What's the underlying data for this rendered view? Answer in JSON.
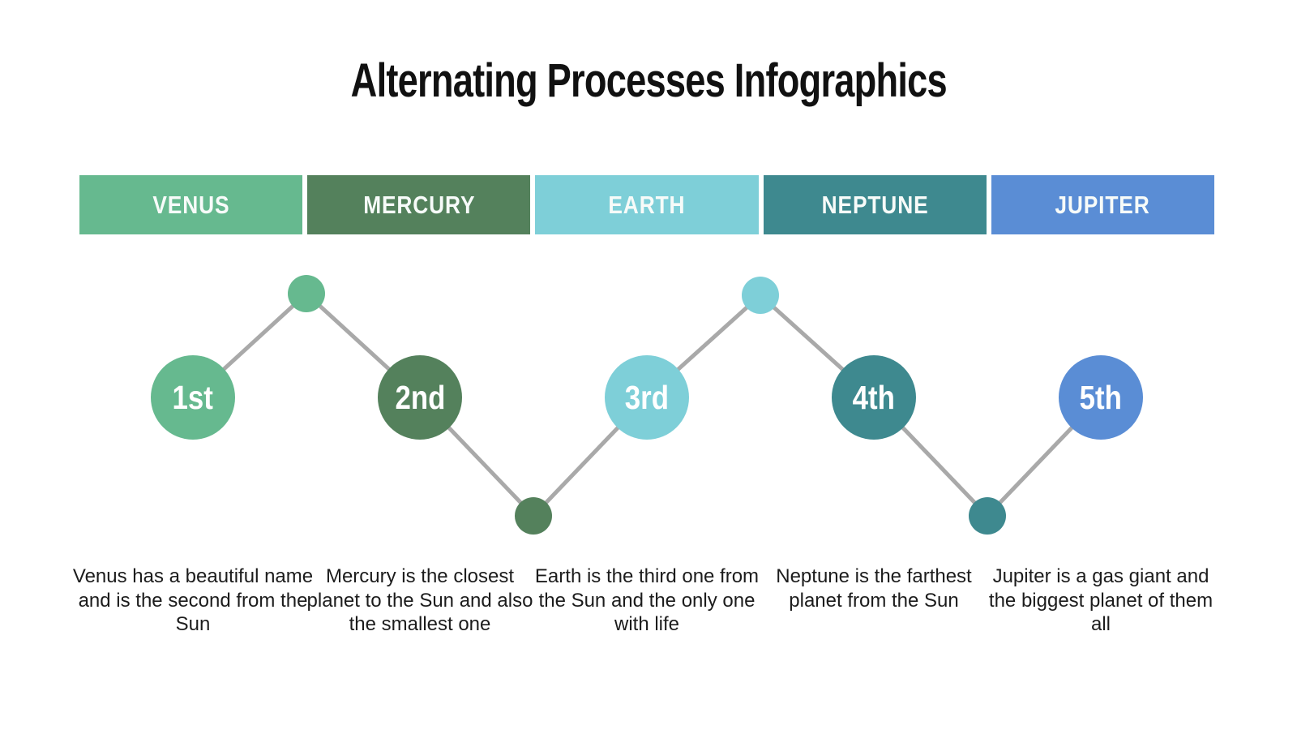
{
  "title": "Alternating Processes Infographics",
  "connector": {
    "line_color": "#a9a9a9"
  },
  "steps": [
    {
      "name": "VENUS",
      "label": "1st",
      "color": "#66b98f",
      "description": "Venus has a beautiful name and is the second from the Sun"
    },
    {
      "name": "MERCURY",
      "label": "2nd",
      "color": "#54815c",
      "description": "Mercury is the closest planet to the Sun and also the smallest one"
    },
    {
      "name": "EARTH",
      "label": "3rd",
      "color": "#7ecfd8",
      "description": "Earth is the third one from the Sun and the only one with life"
    },
    {
      "name": "NEPTUNE",
      "label": "4th",
      "color": "#3e898f",
      "description": "Neptune is the farthest planet from the Sun"
    },
    {
      "name": "JUPITER",
      "label": "5th",
      "color": "#5a8dd5",
      "description": "Jupiter is a gas giant and the biggest planet of them all"
    }
  ]
}
